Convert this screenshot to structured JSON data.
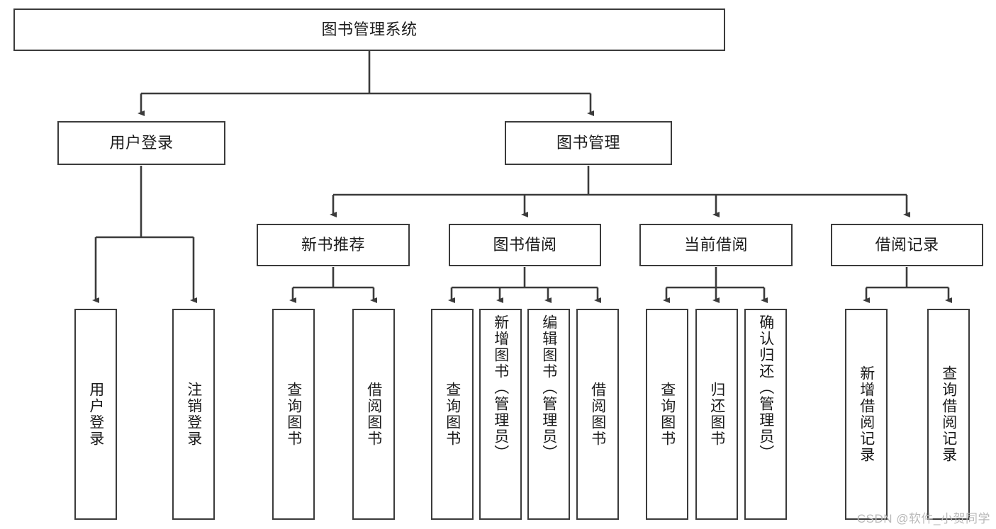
{
  "diagram": {
    "title": "图书管理系统",
    "type": "hierarchy-tree",
    "root": {
      "label": "图书管理系统"
    },
    "level2": [
      {
        "label": "用户登录"
      },
      {
        "label": "图书管理"
      }
    ],
    "level3": [
      {
        "label": "新书推荐"
      },
      {
        "label": "图书借阅"
      },
      {
        "label": "当前借阅"
      },
      {
        "label": "借阅记录"
      }
    ],
    "leaves": {
      "user_login": [
        {
          "label": "用户登录"
        },
        {
          "label": "注销登录"
        }
      ],
      "new_book": [
        {
          "label": "查询图书"
        },
        {
          "label": "借阅图书"
        }
      ],
      "book_borrow": [
        {
          "label": "查询图书"
        },
        {
          "label": "新增图书（管理员）"
        },
        {
          "label": "编辑图书（管理员）"
        },
        {
          "label": "借阅图书"
        }
      ],
      "current_borrow": [
        {
          "label": "查询图书"
        },
        {
          "label": "归还图书"
        },
        {
          "label": "确认归还（管理员）"
        }
      ],
      "borrow_record": [
        {
          "label": "新增借阅记录"
        },
        {
          "label": "查询借阅记录"
        }
      ]
    }
  },
  "watermark": {
    "text": "CSDN @软件_小贺同学"
  },
  "colors": {
    "stroke": "#3b3b3b",
    "fill": "#ffffff",
    "text": "#1b1b1b",
    "watermark": "#b9b9b9"
  }
}
